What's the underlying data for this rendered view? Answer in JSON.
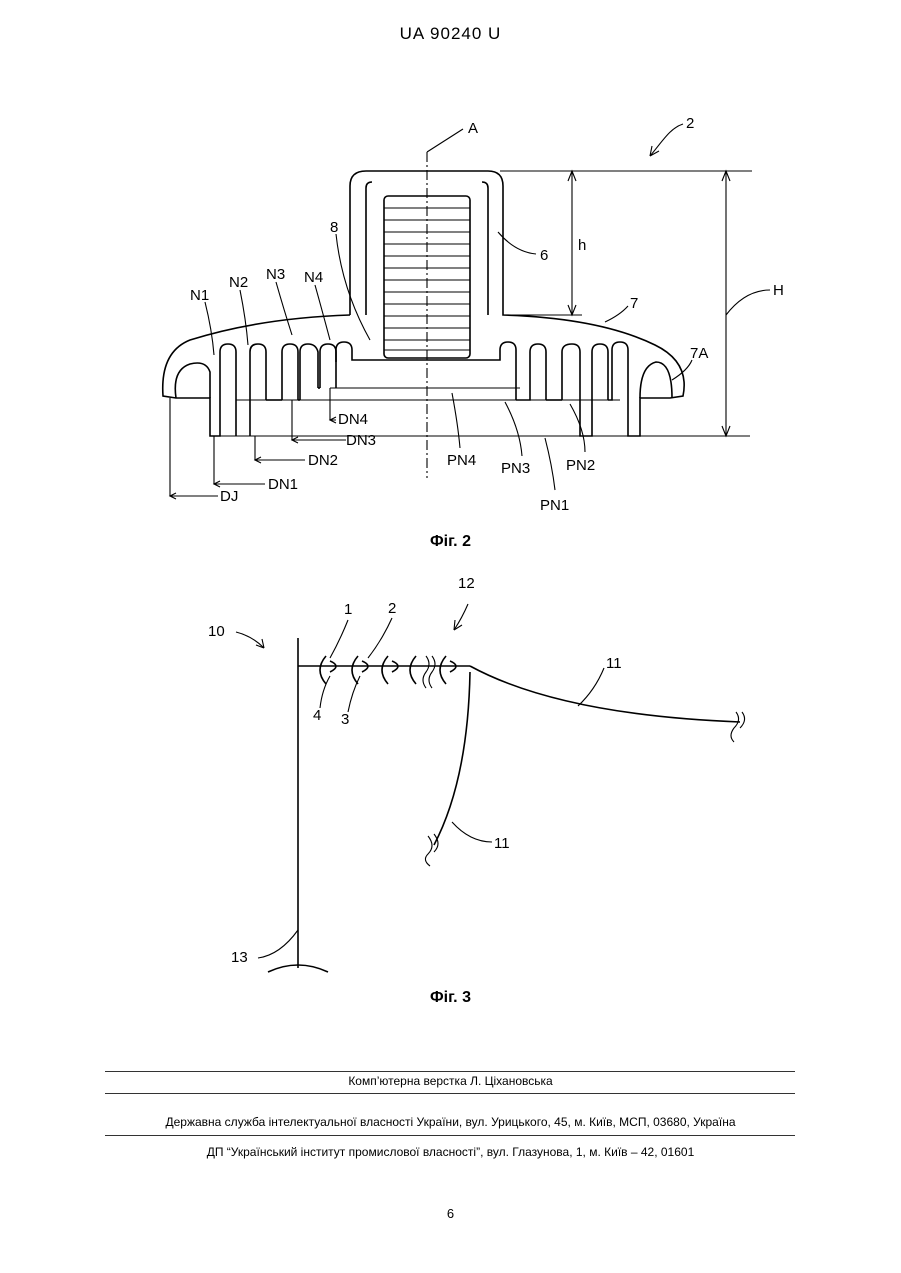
{
  "header": {
    "patent_number": "UA 90240 U"
  },
  "figure2": {
    "caption": "Фіг. 2",
    "labels": {
      "A": "A",
      "ref2": "2",
      "h": "h",
      "H": "H",
      "ref6": "6",
      "ref7": "7",
      "ref7A": "7A",
      "ref8": "8",
      "N1": "N1",
      "N2": "N2",
      "N3": "N3",
      "N4": "N4",
      "DN4": "DN4",
      "DN3": "DN3",
      "DN2": "DN2",
      "DN1": "DN1",
      "DJ": "DJ",
      "PN4": "PN4",
      "PN3": "PN3",
      "PN2": "PN2",
      "PN1": "PN1"
    }
  },
  "figure3": {
    "caption": "Фіг. 3",
    "labels": {
      "ref10": "10",
      "ref12": "12",
      "ref1": "1",
      "ref2": "2",
      "ref3": "3",
      "ref4": "4",
      "ref11a": "11",
      "ref11b": "11",
      "ref13": "13"
    }
  },
  "footer": {
    "typesetting": "Комп’ютерна верстка Л. Ціхановська",
    "agency": "Державна служба інтелектуальної власності України, вул. Урицького, 45, м. Київ, МСП, 03680, Україна",
    "institute": "ДП “Український інститут промислової власності”, вул. Глазунова, 1, м. Київ – 42, 01601"
  },
  "page_number": "6"
}
